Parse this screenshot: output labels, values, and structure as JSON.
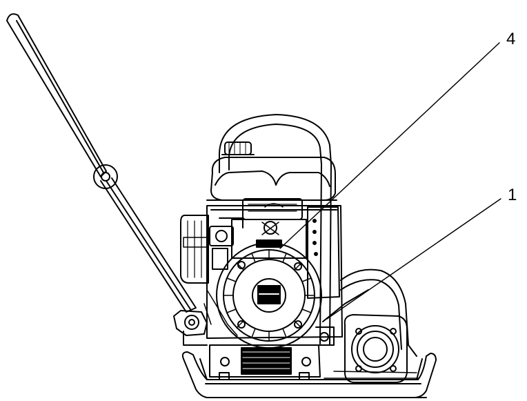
{
  "diagram": {
    "callouts": [
      {
        "id": "callout-4",
        "label": "4"
      },
      {
        "id": "callout-1",
        "label": "1"
      }
    ],
    "colors": {
      "ink": "#000000",
      "paper": "#ffffff"
    }
  }
}
